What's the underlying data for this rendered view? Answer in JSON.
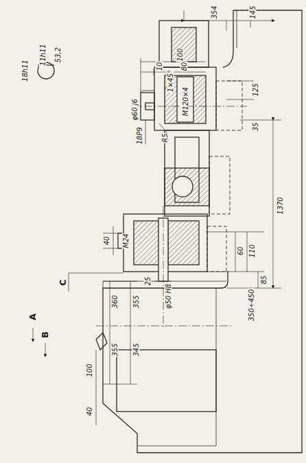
{
  "diagram": {
    "labels": [
      "11h11",
      "53,2",
      "18h11",
      "354",
      "145",
      "100",
      "10",
      "80",
      "1×45°",
      "φ60 j6",
      "18P9",
      "R5",
      "M120×4",
      "125",
      "35",
      "1370",
      "40",
      "M24",
      "60",
      "110",
      "85",
      "25",
      "φ50 H8",
      "350÷450",
      "A",
      "B",
      "C",
      "360",
      "355",
      "355",
      "345",
      "100",
      "40"
    ]
  }
}
